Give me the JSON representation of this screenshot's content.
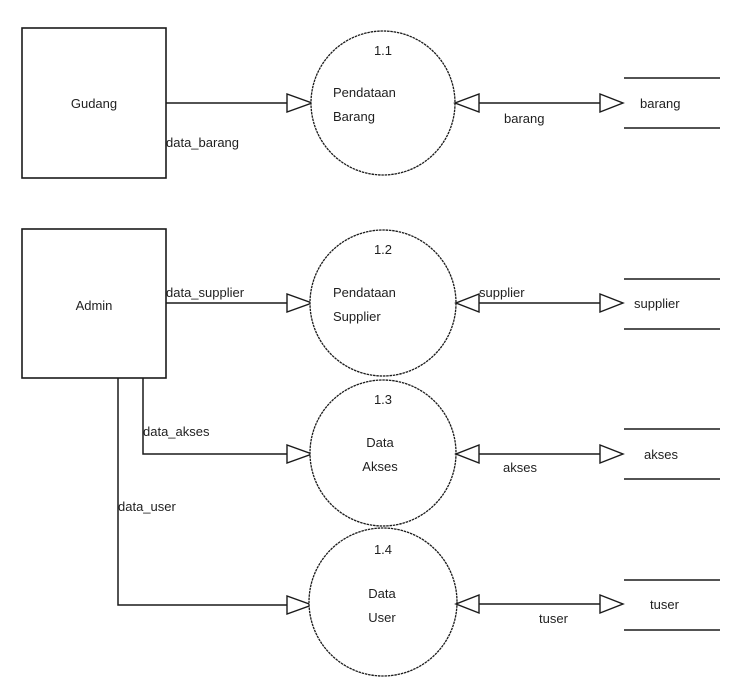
{
  "diagram": {
    "type": "data-flow-diagram",
    "entities": [
      {
        "id": "gudang",
        "label": "Gudang"
      },
      {
        "id": "admin",
        "label": "Admin"
      }
    ],
    "processes": [
      {
        "id": "p1_1",
        "number": "1.1",
        "line1": "Pendataan",
        "line2": "Barang"
      },
      {
        "id": "p1_2",
        "number": "1.2",
        "line1": "Pendataan",
        "line2": "Supplier"
      },
      {
        "id": "p1_3",
        "number": "1.3",
        "line1": "Data",
        "line2": "Akses"
      },
      {
        "id": "p1_4",
        "number": "1.4",
        "line1": "Data",
        "line2": "User"
      }
    ],
    "stores": [
      {
        "id": "s_barang",
        "label": "barang"
      },
      {
        "id": "s_supplier",
        "label": "supplier"
      },
      {
        "id": "s_akses",
        "label": "akses"
      },
      {
        "id": "s_tuser",
        "label": "tuser"
      }
    ],
    "flows": [
      {
        "from": "gudang",
        "to": "p1_1",
        "label": "data_barang"
      },
      {
        "from": "admin",
        "to": "p1_2",
        "label": "data_supplier"
      },
      {
        "from": "admin",
        "to": "p1_3",
        "label": "data_akses"
      },
      {
        "from": "admin",
        "to": "p1_4",
        "label": "data_user"
      },
      {
        "from": "p1_1",
        "to": "s_barang",
        "label": "barang",
        "bidirectional": true
      },
      {
        "from": "p1_2",
        "to": "s_supplier",
        "label": "supplier",
        "bidirectional": true
      },
      {
        "from": "p1_3",
        "to": "s_akses",
        "label": "akses",
        "bidirectional": true
      },
      {
        "from": "p1_4",
        "to": "s_tuser",
        "label": "tuser",
        "bidirectional": true
      }
    ]
  }
}
